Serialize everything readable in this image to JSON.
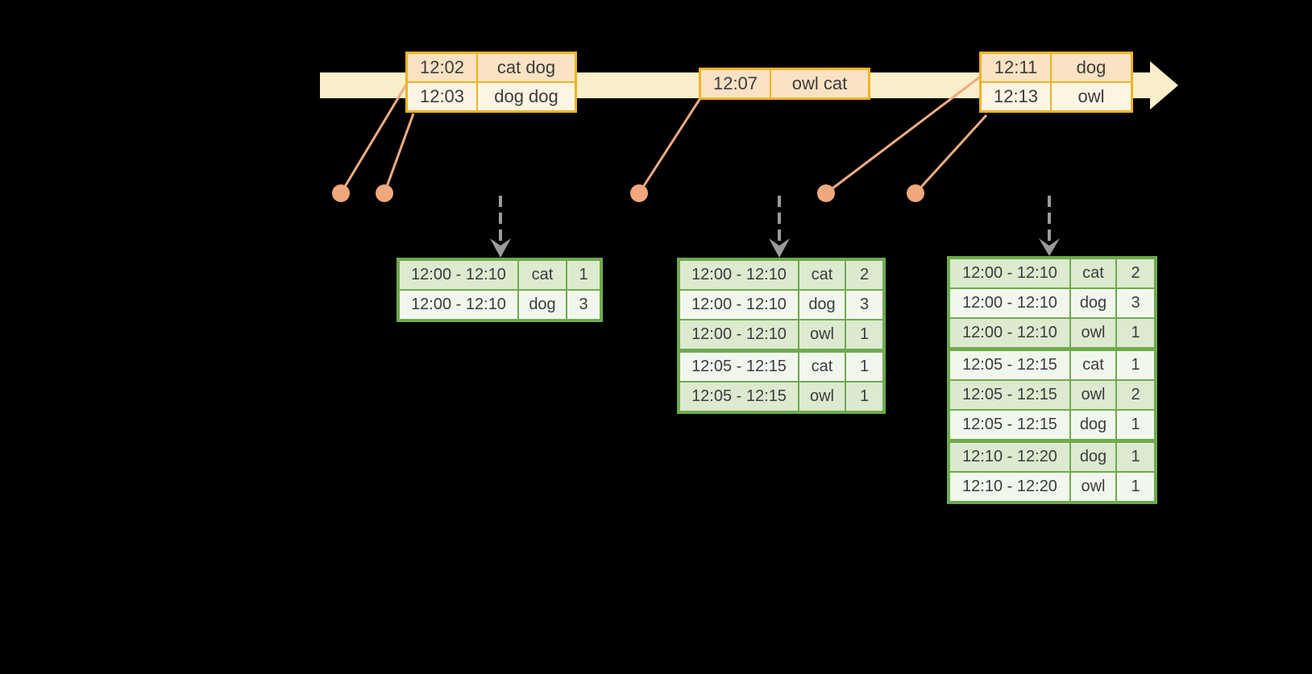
{
  "colors": {
    "background": "#000000",
    "timeline_band": "#fbeecb",
    "event_table_border": "#f0b323",
    "event_cell_peach": "#fbe2c3",
    "event_cell_cream": "#fdf4e4",
    "event_dot": "#f0a87c",
    "connector_line": "#eeab81",
    "trigger_arrow": "#9b9b9b",
    "result_table_border": "#6faa4e",
    "result_cell_green": "#dcead0",
    "result_cell_white": "#f2f7ee",
    "text": "#3c3c3c"
  },
  "event_tables": [
    {
      "rows": [
        {
          "time": "12:02",
          "words": "cat dog"
        },
        {
          "time": "12:03",
          "words": "dog dog"
        }
      ]
    },
    {
      "rows": [
        {
          "time": "12:07",
          "words": "owl cat"
        }
      ]
    },
    {
      "rows": [
        {
          "time": "12:11",
          "words": "dog"
        },
        {
          "time": "12:13",
          "words": "owl"
        }
      ]
    }
  ],
  "result_tables": [
    {
      "rows": [
        {
          "window": "12:00 - 12:10",
          "word": "cat",
          "count": "1"
        },
        {
          "window": "12:00 - 12:10",
          "word": "dog",
          "count": "3"
        }
      ]
    },
    {
      "rows": [
        {
          "window": "12:00 - 12:10",
          "word": "cat",
          "count": "2"
        },
        {
          "window": "12:00 - 12:10",
          "word": "dog",
          "count": "3"
        },
        {
          "window": "12:00 - 12:10",
          "word": "owl",
          "count": "1"
        },
        {
          "window": "12:05 - 12:15",
          "word": "cat",
          "count": "1"
        },
        {
          "window": "12:05 - 12:15",
          "word": "owl",
          "count": "1"
        }
      ]
    },
    {
      "rows": [
        {
          "window": "12:00 - 12:10",
          "word": "cat",
          "count": "2"
        },
        {
          "window": "12:00 - 12:10",
          "word": "dog",
          "count": "3"
        },
        {
          "window": "12:00 - 12:10",
          "word": "owl",
          "count": "1"
        },
        {
          "window": "12:05 - 12:15",
          "word": "cat",
          "count": "1"
        },
        {
          "window": "12:05 - 12:15",
          "word": "owl",
          "count": "2"
        },
        {
          "window": "12:05 - 12:15",
          "word": "dog",
          "count": "1"
        },
        {
          "window": "12:10 - 12:20",
          "word": "dog",
          "count": "1"
        },
        {
          "window": "12:10 - 12:20",
          "word": "owl",
          "count": "1"
        }
      ]
    }
  ]
}
